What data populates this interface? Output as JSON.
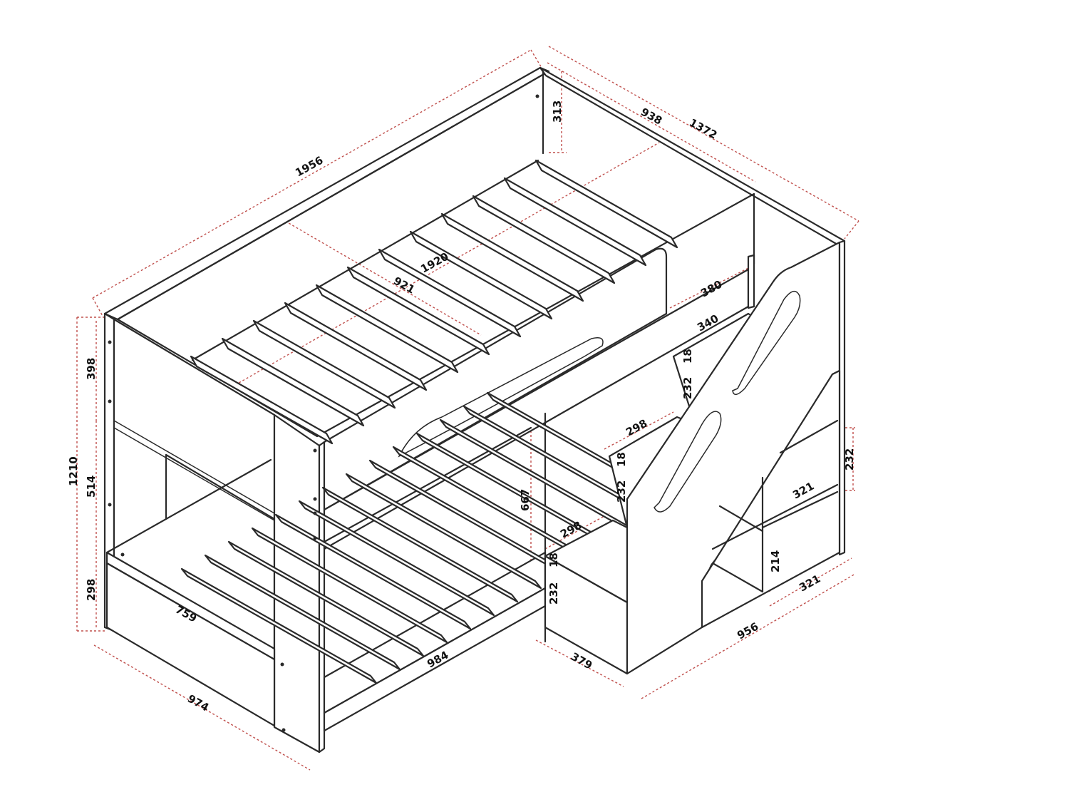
{
  "dimensions": [
    {
      "id": "overall-length",
      "value": "1956"
    },
    {
      "id": "overall-width",
      "value": "1372"
    },
    {
      "id": "upper-bed-width",
      "value": "938"
    },
    {
      "id": "headboard-height",
      "value": "313"
    },
    {
      "id": "mattress-length",
      "value": "1920"
    },
    {
      "id": "mattress-width-upper",
      "value": "921"
    },
    {
      "id": "guard-gap",
      "value": "380"
    },
    {
      "id": "step-top-depth",
      "value": "340"
    },
    {
      "id": "step-thickness-1",
      "value": "18"
    },
    {
      "id": "step-rise-1",
      "value": "232"
    },
    {
      "id": "step-tread-1",
      "value": "298"
    },
    {
      "id": "step-thickness-2",
      "value": "18"
    },
    {
      "id": "step-rise-2",
      "value": "232"
    },
    {
      "id": "step-tread-2",
      "value": "298"
    },
    {
      "id": "step-thickness-3",
      "value": "18"
    },
    {
      "id": "step-rise-3",
      "value": "232"
    },
    {
      "id": "bed-clearance",
      "value": "667"
    },
    {
      "id": "shelf-rise-1",
      "value": "232"
    },
    {
      "id": "shelf-depth-1",
      "value": "321"
    },
    {
      "id": "shelf-rise-2",
      "value": "214"
    },
    {
      "id": "shelf-depth-2",
      "value": "321"
    },
    {
      "id": "stair-length",
      "value": "956"
    },
    {
      "id": "stair-depth",
      "value": "379"
    },
    {
      "id": "overall-height",
      "value": "1210"
    },
    {
      "id": "upper-section-height",
      "value": "398"
    },
    {
      "id": "middle-section-height",
      "value": "514"
    },
    {
      "id": "lower-section-height",
      "value": "298"
    },
    {
      "id": "lower-mattress-width",
      "value": "759"
    },
    {
      "id": "lower-bed-width",
      "value": "974"
    },
    {
      "id": "lower-bed-length",
      "value": "984"
    }
  ]
}
